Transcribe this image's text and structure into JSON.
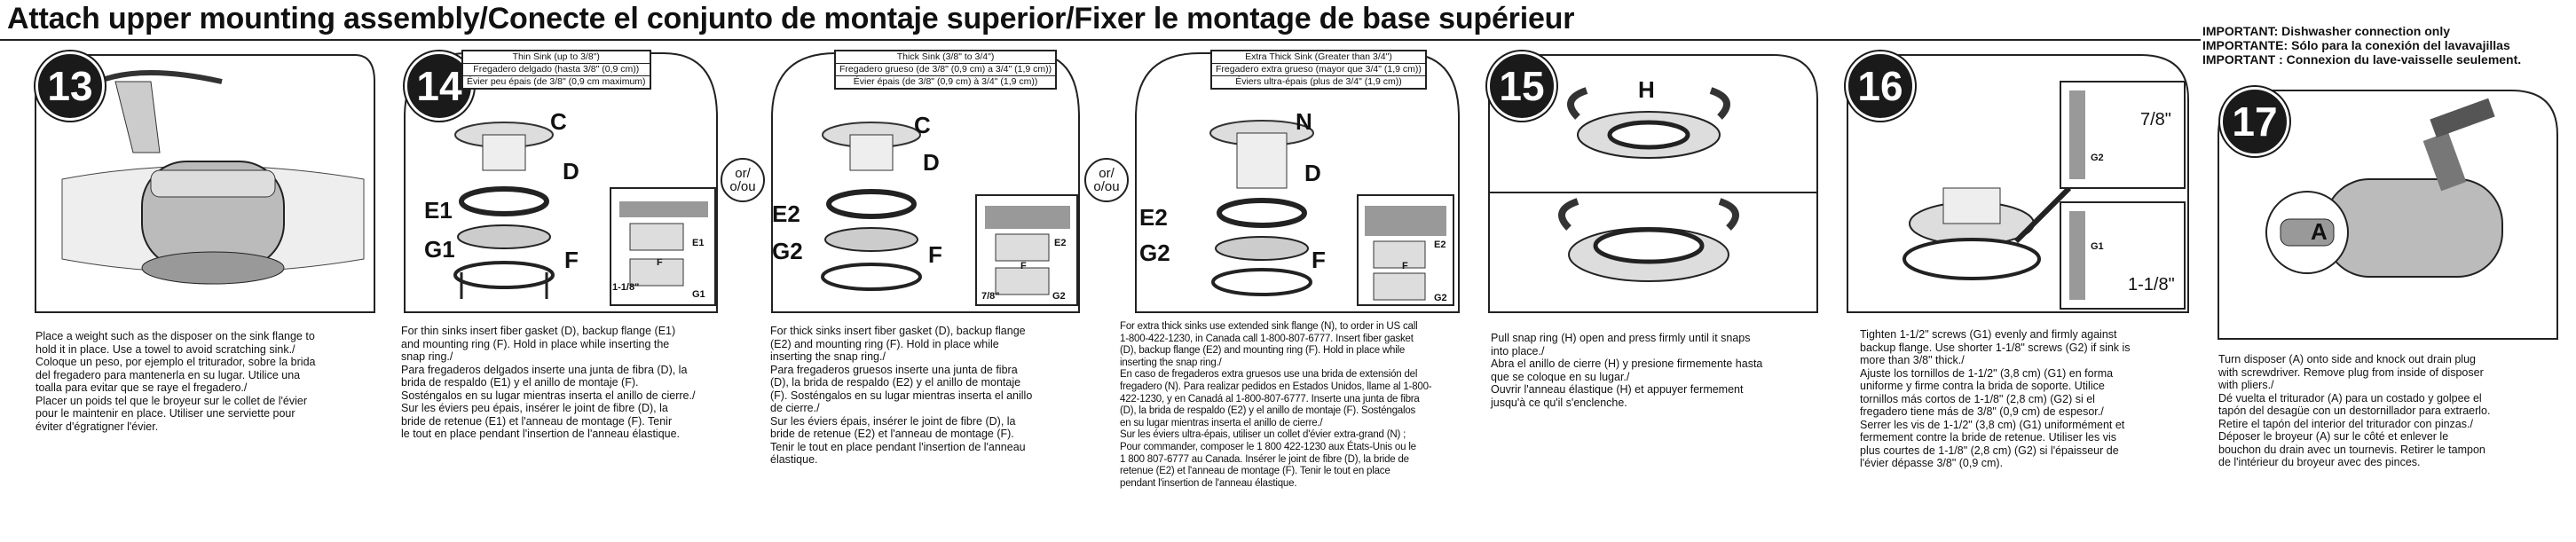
{
  "header": {
    "title": "Attach upper mounting assembly/Conecte el conjunto de montaje superior/Fixer le montage de base supérieur"
  },
  "important_note": {
    "line1": "IMPORTANT: Dishwasher connection only",
    "line2": "IMPORTANTE: Sólo para la conexión del lavavajillas",
    "line3": "IMPORTANT : Connexion du lave-vaisselle seulement."
  },
  "or_label": {
    "en": "or/",
    "fr": "o/ou"
  },
  "steps": {
    "s13": {
      "number": "13",
      "text": "Place a weight such as the disposer on the sink flange to\nhold it in place. Use a towel to avoid scratching sink./\nColoque un peso, por ejemplo el triturador, sobre la brida\ndel fregadero para mantenerla en su lugar. Utilice una\ntoalla para evitar que se raye el fregadero./\nPlacer un poids tel que le broyeur sur le collet de l'évier\npour le maintenir en place. Utiliser une serviette pour\néviter d'égratigner l'évier."
    },
    "s14a": {
      "number": "14",
      "sink_rows": [
        "Thin Sink (up to 3/8\")",
        "Fregadero delgado (hasta 3/8\" (0,9 cm))",
        "Évier peu épais (de 3/8\" (0,9 cm maximum)"
      ],
      "labels": {
        "c": "C",
        "d": "D",
        "e": "E1",
        "g": "G1",
        "f": "F",
        "inset_e": "E1",
        "inset_f": "F",
        "inset_g": "G1",
        "measure": "1-1/8\""
      },
      "text": "For thin sinks insert fiber gasket (D), backup flange (E1)\nand mounting ring (F). Hold in place while inserting the\nsnap ring./\nPara fregaderos delgados inserte una junta de fibra (D), la\nbrida de respaldo (E1) y el anillo de montaje (F).\nSosténgalos en su lugar mientras inserta el anillo de cierre./\nSur les éviers peu épais, insérer le joint de fibre (D), la\nbride de retenue (E1) et l'anneau de montage (F). Tenir\nle tout en place pendant l'insertion de l'anneau élastique."
    },
    "s14b": {
      "sink_rows": [
        "Thick Sink (3/8\" to 3/4\")",
        "Fregadero grueso (de 3/8\" (0,9 cm) a 3/4\" (1,9 cm))",
        "Évier épais (de 3/8\" (0,9 cm) à 3/4\" (1,9 cm))"
      ],
      "labels": {
        "c": "C",
        "d": "D",
        "e": "E2",
        "g": "G2",
        "f": "F",
        "inset_e": "E2",
        "inset_f": "F",
        "inset_g": "G2",
        "measure": "7/8\""
      },
      "text": "For thick sinks insert fiber gasket (D), backup flange\n(E2) and mounting ring (F). Hold in place while\ninserting the snap ring./\nPara fregaderos gruesos inserte una junta de fibra\n(D), la brida de respaldo (E2) y el anillo de montaje\n(F). Sosténgalos en su lugar mientras inserta el anillo\nde cierre./\nSur les éviers épais, insérer le joint de fibre (D), la\nbride de retenue (E2) et l'anneau de montage (F).\nTenir le tout en place pendant l'insertion de l'anneau\nélastique."
    },
    "s14c": {
      "sink_rows": [
        "Extra Thick Sink (Greater than 3/4\")",
        "Fregadero extra grueso (mayor que 3/4\" (1,9 cm))",
        "Éviers ultra-épais (plus de 3/4\" (1,9 cm))"
      ],
      "labels": {
        "n": "N",
        "d": "D",
        "e": "E2",
        "g": "G2",
        "f": "F",
        "inset_e": "E2",
        "inset_f": "F",
        "inset_g": "G2"
      },
      "text": "For extra thick sinks use extended sink flange (N), to order in US call\n1-800-422-1230, in Canada call 1-800-807-6777. Insert fiber gasket\n(D), backup flange (E2) and mounting ring (F). Hold in place while\ninserting the snap ring./\nEn caso de fregaderos extra gruesos use una brida de extensión del\nfregadero (N). Para realizar pedidos en Estados Unidos, llame al 1-800-\n422-1230, y en Canadá al 1-800-807-6777. Inserte una junta de fibra\n(D), la brida de respaldo (E2) y el anillo de montaje (F). Sosténgalos\nen su lugar mientras inserta el anillo de cierre./\nSur les éviers ultra-épais, utiliser un collet d'évier extra-grand (N) ;\nPour commander, composer le 1 800 422-1230 aux États-Unis ou le\n1 800 807-6777 au Canada. Insérer le joint de fibre (D), la bride de\nretenue (E2) et l'anneau de montage (F). Tenir le tout en place\npendant l'insertion de l'anneau élastique."
    },
    "s15": {
      "number": "15",
      "labels": {
        "h": "H"
      },
      "text": "Pull snap ring (H) open and press firmly until it snaps\ninto place./\nAbra el anillo de cierre (H) y presione firmemente hasta\nque se coloque en su lugar./\nOuvrir l'anneau élastique (H) et appuyer fermement\njusqu'à ce qu'il s'enclenche."
    },
    "s16": {
      "number": "16",
      "labels": {
        "g2": "G2",
        "g1": "G1",
        "m78": "7/8\"",
        "m118": "1-1/8\""
      },
      "text": "Tighten 1-1/2\" screws (G1) evenly and firmly against\nbackup flange. Use shorter 1-1/8\" screws (G2) if sink is\nmore than 3/8\" thick./\nAjuste los tornillos de 1-1/2\" (3,8 cm) (G1) en forma\nuniforme y firme contra la brida de soporte. Utilice\ntornillos más cortos de 1-1/8\" (2,8 cm) (G2) si el\nfregadero tiene más de 3/8\" (0,9 cm) de espesor./\nSerrer les vis de 1-1/2\" (3,8 cm) (G1) uniformément et\nfermement contre la bride de retenue. Utiliser les vis\nplus courtes de 1-1/8\" (2,8 cm) (G2) si l'épaisseur de\nl'évier dépasse 3/8\" (0,9 cm)."
    },
    "s17": {
      "number": "17",
      "labels": {
        "a": "A"
      },
      "text": "Turn disposer (A) onto side and knock out drain plug\nwith screwdriver. Remove plug from inside of disposer\nwith pliers./\nDé vuelta el triturador (A) para un costado y golpee el\ntapón del desagüe con un destornillador para extraerlo.\nRetire el tapón del interior del triturador con pinzas./\nDéposer le broyeur (A) sur le côté et enlever le\nbouchon du drain avec un tournevis. Retirer le tampon\nde l'intérieur du broyeur avec des pinces."
    }
  }
}
